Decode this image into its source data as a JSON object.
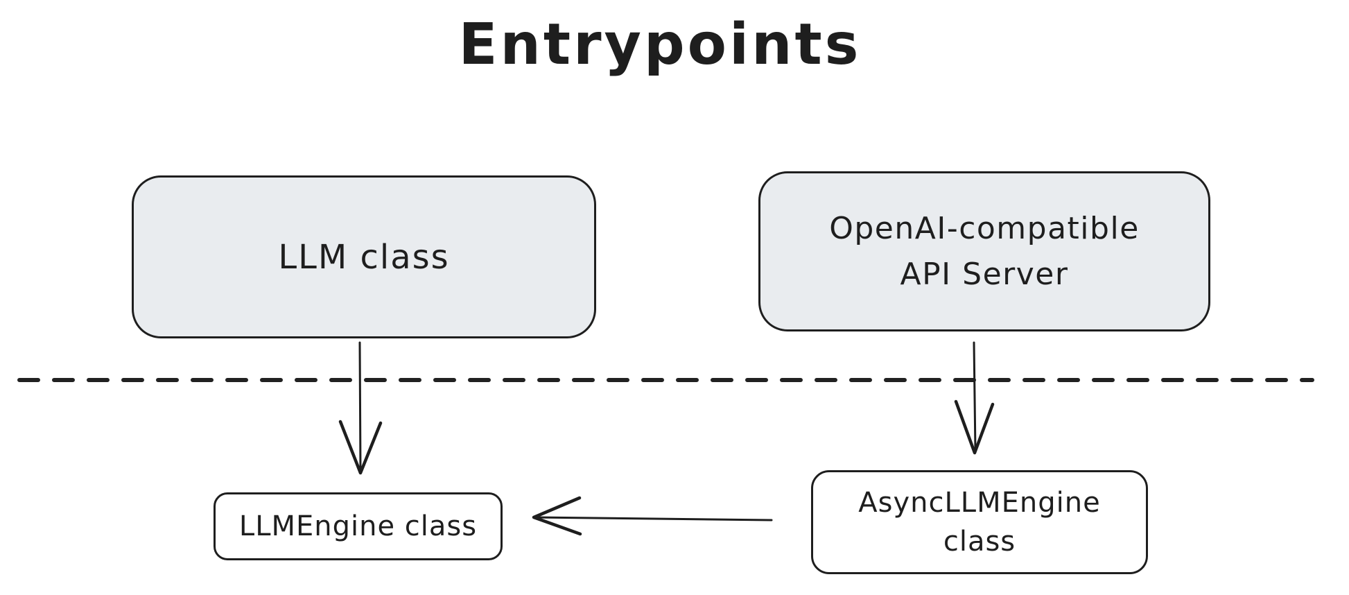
{
  "diagram": {
    "title": "Entrypoints",
    "nodes": {
      "llm_class": {
        "label": "LLM class",
        "fill": "#e9ecef"
      },
      "api_server": {
        "label": "OpenAI-compatible\nAPI Server",
        "fill": "#e9ecef"
      },
      "llm_engine": {
        "label": "LLMEngine class",
        "fill": "#ffffff"
      },
      "async_llm_engine": {
        "label": "AsyncLLMEngine\nclass",
        "fill": "#ffffff"
      }
    },
    "edges": [
      {
        "name": "llm-class-to-llmengine",
        "direction": "down"
      },
      {
        "name": "api-server-to-asyncllmengine",
        "direction": "down"
      },
      {
        "name": "asyncllmengine-to-llmengine",
        "direction": "left"
      }
    ],
    "separator": {
      "style": "dashed",
      "orientation": "horizontal"
    },
    "colors": {
      "stroke": "#1e1e1e",
      "gray_fill": "#e9ecef",
      "white_fill": "#ffffff",
      "background": "#ffffff"
    }
  }
}
